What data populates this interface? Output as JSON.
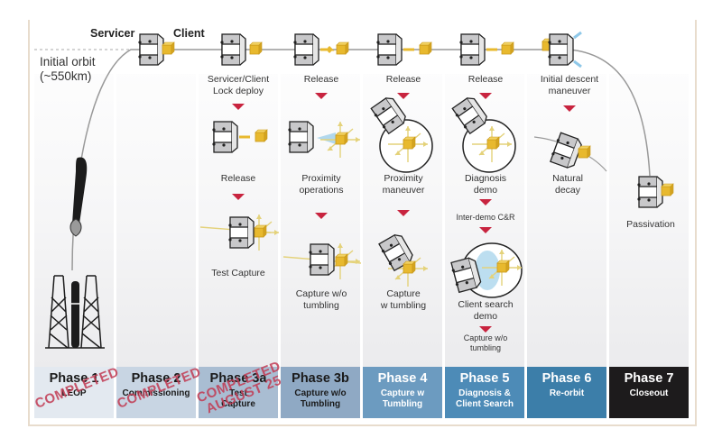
{
  "header": {
    "servicer_label": "Servicer",
    "client_label": "Client",
    "initial_orbit_line1": "Initial orbit",
    "initial_orbit_line2": "(~550km)"
  },
  "top_row": [
    {
      "line1": "Servicer/Client",
      "line2": "Lock deploy"
    },
    {
      "line1": "Release",
      "line2": ""
    },
    {
      "line1": "Release",
      "line2": ""
    },
    {
      "line1": "Release",
      "line2": ""
    },
    {
      "line1": "Initial descent",
      "line2": "maneuver"
    }
  ],
  "steps": {
    "phase3a": [
      "Release",
      "Test Capture"
    ],
    "phase3b": [
      "Proximity",
      "operations",
      "Capture w/o",
      "tumbling"
    ],
    "phase4": [
      "Proximity",
      "maneuver",
      "Capture",
      "w tumbling"
    ],
    "phase5": [
      "Diagnosis",
      "demo",
      "Inter-demo C&R",
      "Client search",
      "demo",
      "Capture w/o",
      "tumbling"
    ],
    "phase6": [
      "Natural",
      "decay"
    ],
    "phase7": [
      "Passivation"
    ]
  },
  "phases": [
    {
      "title": "Phase 1",
      "subtitle": "LEOP",
      "bg": "#e3e9f0",
      "fg": "#1a1a1a",
      "stamp": "COMPLETED"
    },
    {
      "title": "Phase 2",
      "subtitle": "Commissioning",
      "bg": "#c8d5e3",
      "fg": "#1a1a1a",
      "stamp": "COMPLETED"
    },
    {
      "title": "Phase 3a",
      "subtitle": "Test Capture",
      "bg": "#a9bdd2",
      "fg": "#1a1a1a",
      "stamp": "COMPLETED AUGUST 25"
    },
    {
      "title": "Phase 3b",
      "subtitle": "Capture w/o Tumbling",
      "bg": "#8fa9c4",
      "fg": "#1a1a1a",
      "stamp": ""
    },
    {
      "title": "Phase 4",
      "subtitle": "Capture w Tumbling",
      "bg": "#6c9bc0",
      "fg": "#ffffff",
      "stamp": ""
    },
    {
      "title": "Phase 5",
      "subtitle": "Diagnosis & Client Search",
      "bg": "#4d8bb7",
      "fg": "#ffffff",
      "stamp": ""
    },
    {
      "title": "Phase 6",
      "subtitle": "Re-orbit",
      "bg": "#3c7ea9",
      "fg": "#ffffff",
      "stamp": ""
    },
    {
      "title": "Phase 7",
      "subtitle": "Closeout",
      "bg": "#1d1b1c",
      "fg": "#ffffff",
      "stamp": ""
    }
  ],
  "stamps": {
    "completed": "COMPLETED",
    "completed_line1": "COMPLETED",
    "completed_line2": "AUGUST 25"
  },
  "colors": {
    "accent_arrow": "#c8243f",
    "client_gold": "#e8b92e",
    "stamp_red": "#c23a52",
    "frame": "#e8dccd"
  }
}
